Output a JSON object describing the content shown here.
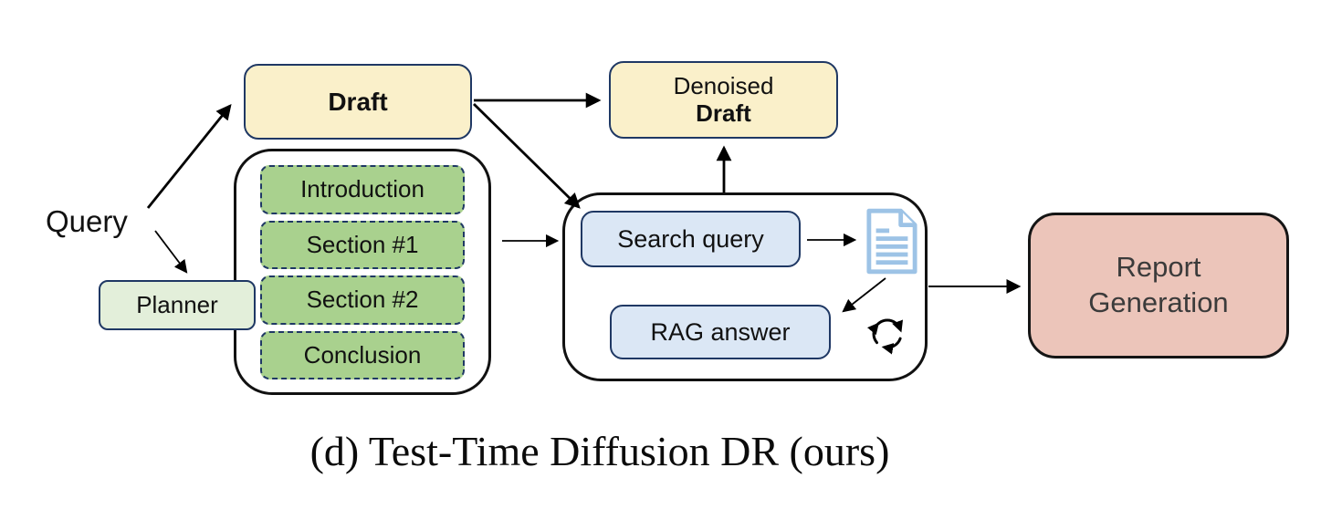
{
  "diagram": {
    "caption": "(d) Test-Time Diffusion DR (ours)",
    "query": {
      "label": "Query"
    },
    "planner": {
      "label": "Planner"
    },
    "draft": {
      "label": "Draft"
    },
    "denoised_draft": {
      "line1": "Denoised",
      "line2": "Draft"
    },
    "plan_sections": {
      "items": [
        "Introduction",
        "Section #1",
        "Section #2",
        "Conclusion"
      ]
    },
    "retrieval": {
      "search_query_label": "Search query",
      "rag_answer_label": "RAG answer",
      "document_icon": "retrieved-document-icon",
      "cycle_icon": "iterate-cycle-icon"
    },
    "report": {
      "line1": "Report",
      "line2": "Generation"
    },
    "colors": {
      "draft_fill": "#faf0ca",
      "navy_border": "#1f3864",
      "section_fill": "#a9d18e",
      "planner_fill": "#e3efda",
      "blue_fill": "#dbe7f5",
      "report_fill": "#ecc5ba",
      "doc_icon_blue": "#9dc3e6",
      "report_text": "#3b3b3b"
    }
  }
}
